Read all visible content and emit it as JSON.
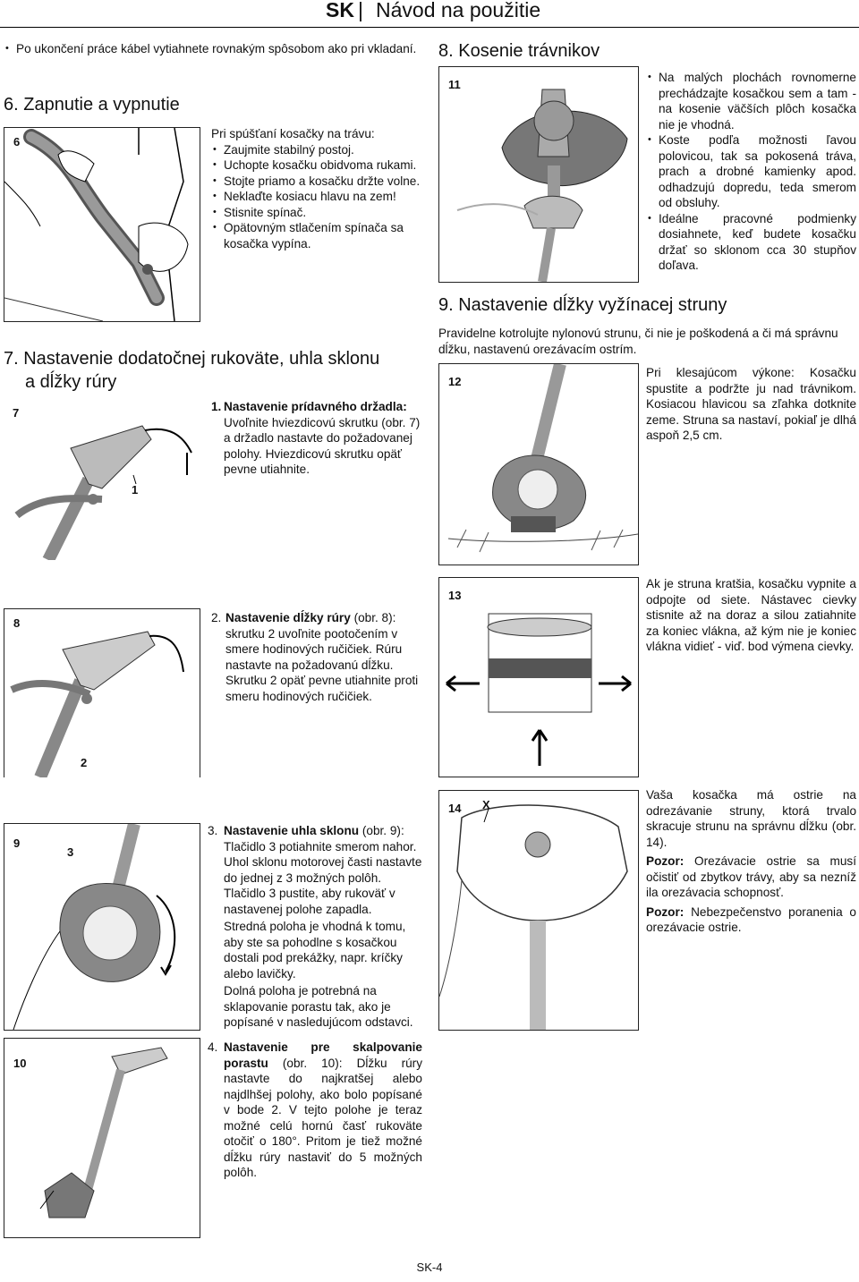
{
  "header": {
    "lang": "SK",
    "separator": "|",
    "title": "Návod na použitie"
  },
  "intro_bullet": "Po ukončení práce kábel vytiahnete rovnakým spôsobom ako pri vkladaní.",
  "s6": {
    "heading": "6. Zapnutie a vypnutie",
    "lead": "Pri spúšťaní kosačky na trávu:",
    "bullets": [
      "Zaujmite stabilný postoj.",
      "Uchopte kosačku obidvoma rukami.",
      "Stojte priamo a kosačku držte volne.",
      "Neklaďte kosiacu hlavu na zem!",
      "Stisnite spínač.",
      "Opätovným stlačením spínača sa kosačka vypína."
    ]
  },
  "s7": {
    "heading_l1": "7. Nastavenie dodatočnej rukoväte, uhla sklonu",
    "heading_l2": "a dĺžky rúry",
    "step1": {
      "num": "1.",
      "title": "Nastavenie prídavného držadla:",
      "text": "Uvoľnite hviezdicovú skrutku (obr. 7) a držadlo nastavte do požadovanej polohy. Hviezdicovú skrutku opäť pevne utiahnite."
    },
    "step2": {
      "num": "2.",
      "title": "Nastavenie dĺžky rúry",
      "ref": "(obr. 8):",
      "text": "skrutku 2 uvoľnite pootočením v smere hodinových ručičiek. Rúru nastavte na požadovanú dĺžku. Skrutku 2 opäť pevne utiahnite proti smeru hodinových ručičiek."
    },
    "step3": {
      "num": "3.",
      "title": "Nastavenie uhla sklonu",
      "ref": "(obr. 9):",
      "text": "Tlačidlo 3 potiahnite smerom nahor. Uhol sklonu motorovej časti nastavte do jednej z 3 možných polôh. Tlačidlo 3 pustite, aby rukoväť v nastavenej polohe zapadla.",
      "p2": "Stredná poloha je vhodná k tomu, aby ste sa pohodlne s kosačkou dostali pod prekážky, napr. kríčky alebo lavičky.",
      "p3": "Dolná poloha je potrebná na sklapovanie porastu tak, ako je popísané v nasledujúcom odstavci."
    },
    "step4": {
      "num": "4.",
      "title": "Nastavenie pre skalpovanie porastu",
      "ref": "(obr. 10):",
      "text": "Dĺžku rúry nastavte do najkratšej alebo najdlhšej polohy, ako bolo popísané v bode 2. V tejto polohe je teraz možné celú hornú časť rukoväte otočiť o 180°. Pritom je tiež možné dĺžku rúry nastaviť do 5 možných polôh."
    }
  },
  "s8": {
    "heading": "8. Kosenie trávnikov",
    "bullets": [
      "Na malých plochách rovnomerne prechádzajte kosačkou sem a tam - na kosenie väčších plôch kosačka nie je vhodná.",
      "Koste podľa možnosti ľavou polovicou, tak sa pokosená tráva, prach a drobné kamienky apod. odhadzujú dopredu, teda smerom od obsluhy.",
      "Ideálne pracovné podmienky dosiahnete, keď budete kosačku držať so sklonom cca 30 stupňov doľava."
    ]
  },
  "s9": {
    "heading": "9. Nastavenie dĺžky vyžínacej struny",
    "intro": "Pravidelne kotrolujte nylonovú strunu, či nie je poškodená a či má správnu dĺžku, nastavenú orezávacím ostrím.",
    "p12": "Pri klesajúcom výkone: Kosačku spustite a podržte ju nad trávnikom. Kosiacou hlavicou sa zľahka dotknite zeme. Struna sa nastaví, pokiaľ je dlhá aspoň 2,5 cm.",
    "p13": "Ak je struna kratšia, kosačku vypnite a odpojte od siete. Nástavec cievky stisnite až na doraz a silou zatiahnite za koniec vlákna, až kým nie je koniec vlákna vidieť - viď. bod výmena cievky.",
    "p14": "Vaša kosačka má ostrie na odrezávanie struny, ktorá trvalo skracuje strunu na správnu dĺžku (obr. 14).",
    "warn1_label": "Pozor:",
    "warn1": "Orezávacie ostrie sa musí očistiť od zbytkov trávy, aby sa nezníž ila orezávacia schopnosť.",
    "warn2_label": "Pozor:",
    "warn2": "Nebezpečenstvo poranenia o orezávacie ostrie."
  },
  "figures": {
    "f6": "6",
    "f7": "7",
    "f7_callout": "1",
    "f8": "8",
    "f8_callout": "2",
    "f9": "9",
    "f9_callout": "3",
    "f10": "10",
    "f11": "11",
    "f12": "12",
    "f13": "13",
    "f14": "14",
    "f14_callout": "X"
  },
  "footer": "SK-4"
}
